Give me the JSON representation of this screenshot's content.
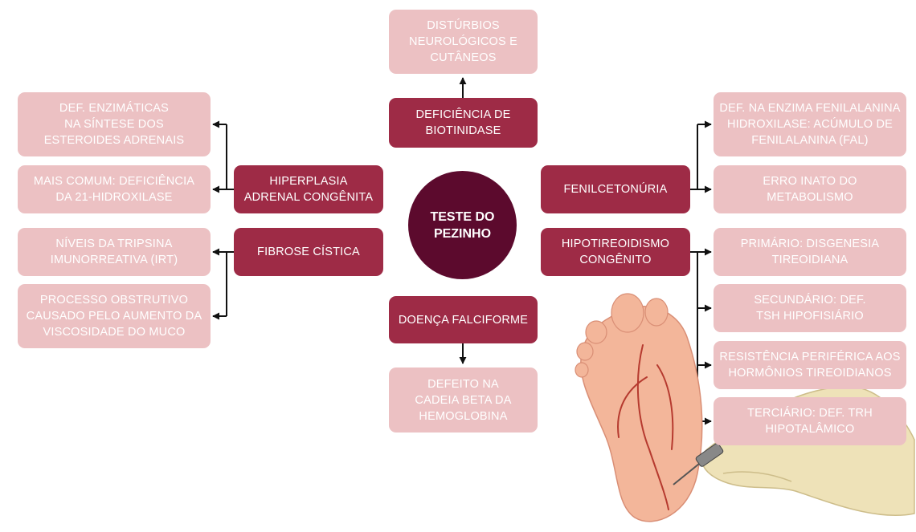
{
  "center": {
    "lines": [
      "TESTE DO",
      "PEZINHO"
    ]
  },
  "biotinidase": {
    "title": [
      "DEFICIÊNCIA DE",
      "BIOTINIDASE"
    ],
    "detail": [
      "DISTÚRBIOS",
      "NEUROLÓGICOS E",
      "CUTÂNEOS"
    ]
  },
  "falciforme": {
    "title": [
      "DOENÇA FALCIFORME"
    ],
    "detail": [
      "DEFEITO NA",
      "CADEIA BETA DA",
      "HEMOGLOBINA"
    ]
  },
  "hiperplasia": {
    "title": [
      "HIPERPLASIA",
      "ADRENAL CONGÊNITA"
    ],
    "details": [
      [
        "DEF. ENZIMÁTICAS",
        "NA SÍNTESE DOS",
        "ESTEROIDES ADRENAIS"
      ],
      [
        "MAIS COMUM: DEFICIÊNCIA",
        "DA 21-HIDROXILASE"
      ]
    ]
  },
  "fibrose": {
    "title": [
      "FIBROSE CÍSTICA"
    ],
    "details": [
      [
        "NÍVEIS DA TRIPSINA",
        "IMUNORREATIVA (IRT)"
      ],
      [
        "PROCESSO OBSTRUTIVO",
        "CAUSADO PELO AUMENTO DA",
        "VISCOSIDADE DO MUCO"
      ]
    ]
  },
  "fenilcetonuria": {
    "title": [
      "FENILCETONÚRIA"
    ],
    "details": [
      [
        "DEF. NA ENZIMA FENILALANINA",
        "HIDROXILASE: ACÚMULO DE",
        "FENILALANINA (FAL)"
      ],
      [
        "ERRO INATO DO",
        "METABOLISMO"
      ]
    ]
  },
  "hipotireoidismo": {
    "title": [
      "HIPOTIREOIDISMO",
      "CONGÊNITO"
    ],
    "details": [
      [
        "PRIMÁRIO: DISGENESIA",
        "TIREOIDIANA"
      ],
      [
        "SECUNDÁRIO: DEF.",
        "TSH HIPOFISIÁRIO"
      ],
      [
        "RESISTÊNCIA PERIFÉRICA AOS",
        "HORMÔNIOS TIREOIDIANOS"
      ],
      [
        "TERCIÁRIO: DEF. TRH",
        "HIPOTALÂMICO"
      ]
    ]
  },
  "colors": {
    "dark": "#9e2b46",
    "light": "#ecc1c3",
    "center": "#5c0a2d"
  }
}
